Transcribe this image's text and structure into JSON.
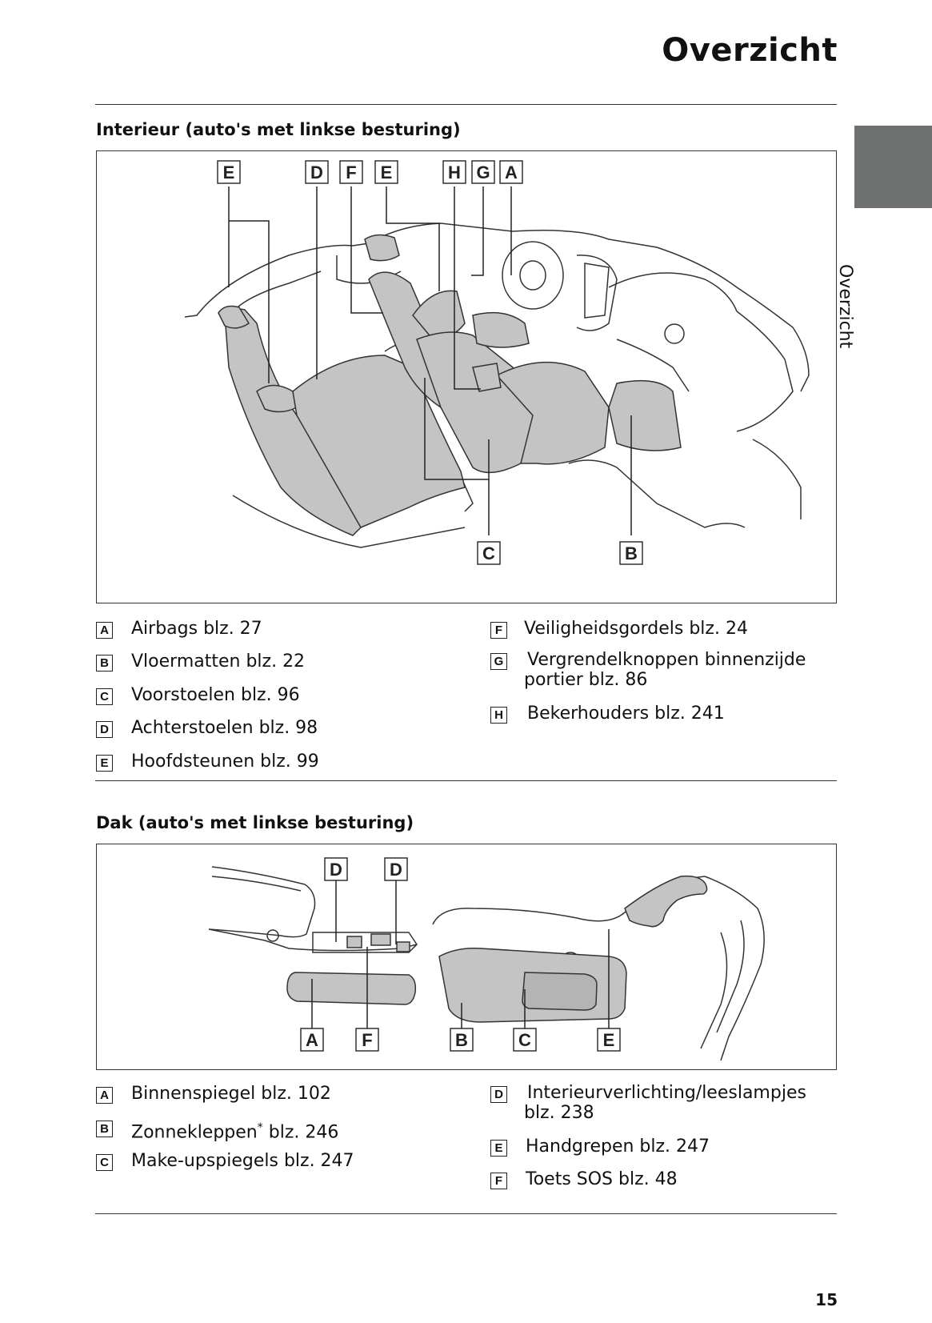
{
  "page": {
    "title": "Overzicht",
    "side_label": "Overzicht",
    "page_number": "15"
  },
  "interior": {
    "title": "Interieur (auto's met linkse besturing)",
    "callouts_top": [
      "E",
      "D",
      "F",
      "E",
      "H",
      "G",
      "A"
    ],
    "callouts_bottom": [
      "C",
      "B"
    ],
    "legend_left": [
      {
        "letter": "A",
        "text": "Airbags blz. 27"
      },
      {
        "letter": "B",
        "text": "Vloermatten blz. 22"
      },
      {
        "letter": "C",
        "text": "Voorstoelen blz. 96"
      },
      {
        "letter": "D",
        "text": "Achterstoelen blz. 98"
      },
      {
        "letter": "E",
        "text": "Hoofdsteunen blz. 99"
      }
    ],
    "legend_right": [
      {
        "letter": "F",
        "text": "Veiligheidsgordels blz. 24"
      },
      {
        "letter": "G",
        "text": "Vergrendelknoppen binnenzijde",
        "text2": "portier blz. 86"
      },
      {
        "letter": "H",
        "text": "Bekerhouders blz. 241"
      }
    ]
  },
  "roof": {
    "title": "Dak (auto's met linkse besturing)",
    "callouts_top": [
      "D",
      "D"
    ],
    "callouts_bottom": [
      "A",
      "F",
      "B",
      "C",
      "E"
    ],
    "legend_left": [
      {
        "letter": "A",
        "text": "Binnenspiegel blz. 102"
      },
      {
        "letter": "B",
        "text": "Zonnekleppen",
        "sup": "*",
        "text_after": " blz. 246"
      },
      {
        "letter": "C",
        "text": "Make-upspiegels blz. 247"
      }
    ],
    "legend_right": [
      {
        "letter": "D",
        "text": "Interieurverlichting/leeslampjes",
        "text2": "blz. 238"
      },
      {
        "letter": "E",
        "text": "Handgrepen blz. 247"
      },
      {
        "letter": "F",
        "text": "Toets SOS blz. 48"
      }
    ]
  },
  "colors": {
    "side_tab": "#6e716f",
    "highlight_fill": "#c4c4c4"
  }
}
